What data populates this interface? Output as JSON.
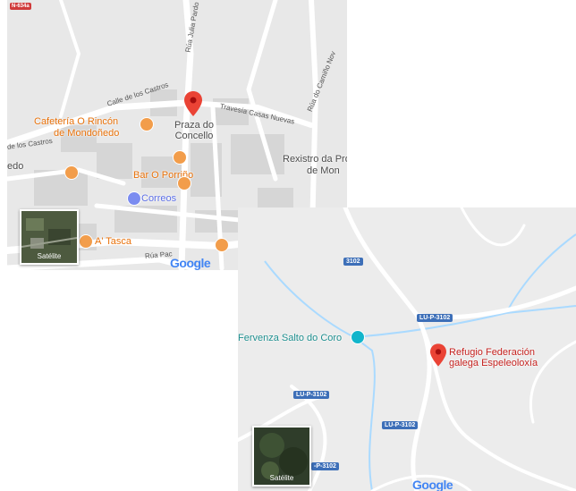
{
  "map_a": {
    "route_shield": "N-634a",
    "pin_label_line1": "Praza do",
    "pin_label_line2": "Concello",
    "cafeteria_line1": "Cafetería O Rincón",
    "cafeteria_line2": "de Mondoñedo",
    "bar": "Bar O Porriño",
    "correos": "Correos",
    "tasca": "A' Tasca",
    "rexistro_line1": "Rexistro da Pro",
    "rexistro_line2": "de Mon",
    "edo": "edo",
    "streets": {
      "julia": "Rúa Julia Pardo",
      "castros": "Calle de los Castros",
      "castros2": "de los Castros",
      "travesia": "Travesía Casas Nuevas",
      "camino": "Rúa do Camiño Nov",
      "rua_pac": "Rúa Pac"
    },
    "satellite_label": "Satélite",
    "google_logo": "Google"
  },
  "map_b": {
    "fervenza": "Fervenza Salto do Coro",
    "refugio_line1": "Refugio Federación",
    "refugio_line2": "galega Espeleoloxía",
    "shield_top": "3102",
    "shield_1": "LU-P-3102",
    "shield_2": "LU-P-3102",
    "shield_3": "LU-P-3102",
    "shield_4": "-P-3102",
    "satellite_label": "Satélite",
    "google_logo": "Google"
  },
  "colors": {
    "pin_red": "#ea4335",
    "poi_orange": "#e8710a",
    "poi_blue": "#1a73e8",
    "water": "#aadaff",
    "road_shield": "#3d6fb8"
  }
}
